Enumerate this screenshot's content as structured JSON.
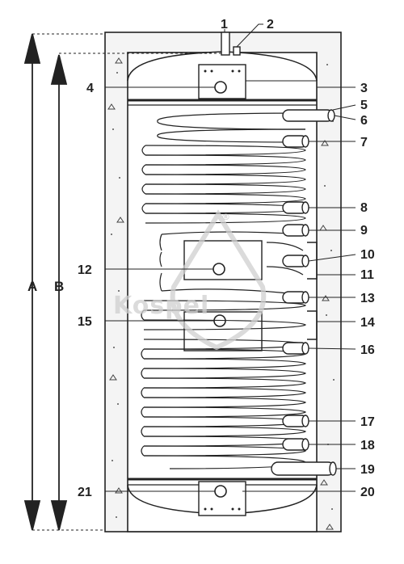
{
  "diagram": {
    "dimensions": {
      "a_label": "A",
      "b_label": "B"
    },
    "callouts_right": [
      "2",
      "3",
      "5",
      "6",
      "7",
      "8",
      "9",
      "10",
      "11",
      "13",
      "14",
      "16",
      "17",
      "18",
      "19",
      "20"
    ],
    "callouts_left": [
      "1",
      "4",
      "12",
      "15",
      "21"
    ],
    "watermark": "Kospel",
    "registered_mark": "®"
  },
  "colors": {
    "line": "#222222",
    "tank_fill": "#ffffff",
    "insulation_fill": "#f2f2f2",
    "coil": "#222222",
    "watermark": "#cfcfcf"
  }
}
